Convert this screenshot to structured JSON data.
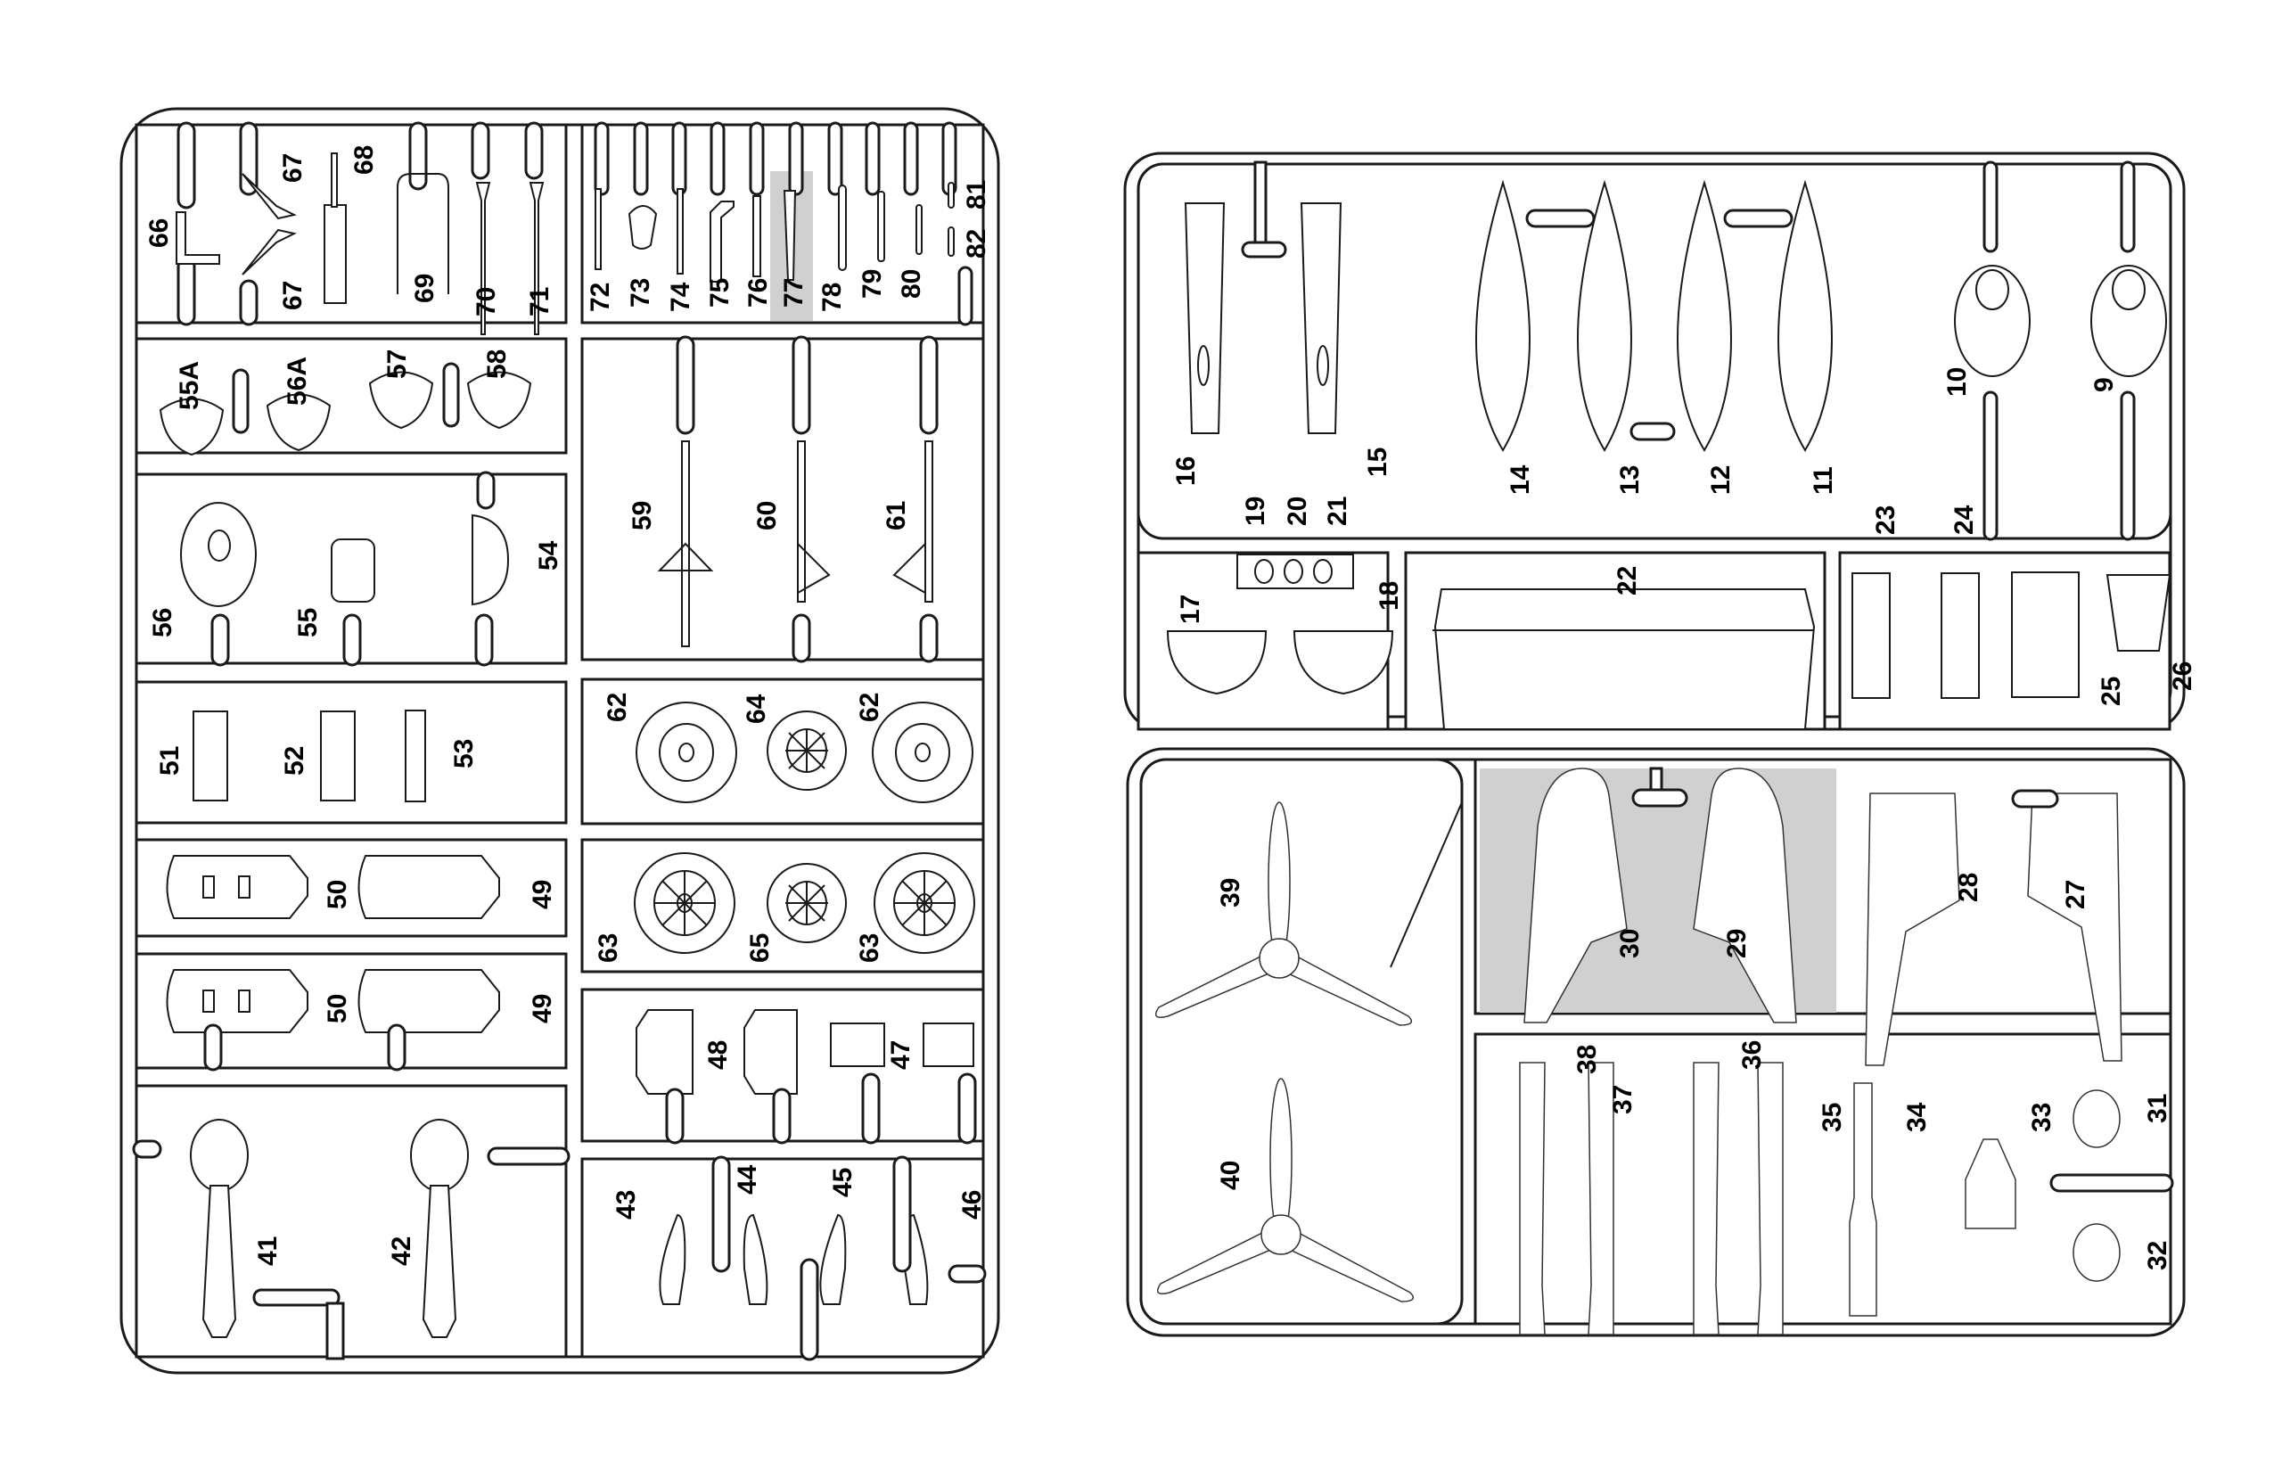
{
  "sheet": {
    "highlight_color": "#d0d0d0",
    "line_color": "#1a1a1a"
  },
  "sprue_left": {
    "labels": {
      "p66": "66",
      "p67a": "67",
      "p67b": "67",
      "p68": "68",
      "p69": "69",
      "p70": "70",
      "p71": "71",
      "p72": "72",
      "p73": "73",
      "p74": "74",
      "p75": "75",
      "p76": "76",
      "p77": "77",
      "p78": "78",
      "p79": "79",
      "p80": "80",
      "p81": "81",
      "p82": "82",
      "p55A": "55A",
      "p56A": "56A",
      "p57": "57",
      "p58": "58",
      "p56": "56",
      "p55": "55",
      "p54": "54",
      "p59": "59",
      "p60": "60",
      "p61": "61",
      "p51": "51",
      "p52": "52",
      "p53": "53",
      "p62a": "62",
      "p64": "64",
      "p62b": "62",
      "p50a": "50",
      "p49a": "49",
      "p50b": "50",
      "p49b": "49",
      "p63a": "63",
      "p65": "65",
      "p63b": "63",
      "p48": "48",
      "p47": "47",
      "p41": "41",
      "p42": "42",
      "p43": "43",
      "p44": "44",
      "p45": "45",
      "p46": "46"
    },
    "highlighted_part": "77"
  },
  "sprue_right_top": {
    "labels": {
      "p16": "16",
      "p19": "19",
      "p20": "20",
      "p21": "21",
      "p15": "15",
      "p14": "14",
      "p13": "13",
      "p12": "12",
      "p11": "11",
      "p10": "10",
      "p9": "9",
      "p23": "23",
      "p24": "24",
      "p17": "17",
      "p18": "18",
      "p22": "22",
      "p25": "25",
      "p26": "26"
    }
  },
  "sprue_right_bottom": {
    "labels": {
      "p39": "39",
      "p40": "40",
      "p30": "30",
      "p29": "29",
      "p28": "28",
      "p27": "27",
      "p38": "38",
      "p37": "37",
      "p36": "36",
      "p35": "35",
      "p34": "34",
      "p33": "33",
      "p31": "31",
      "p32": "32"
    },
    "highlighted_parts": [
      "30",
      "29"
    ]
  }
}
